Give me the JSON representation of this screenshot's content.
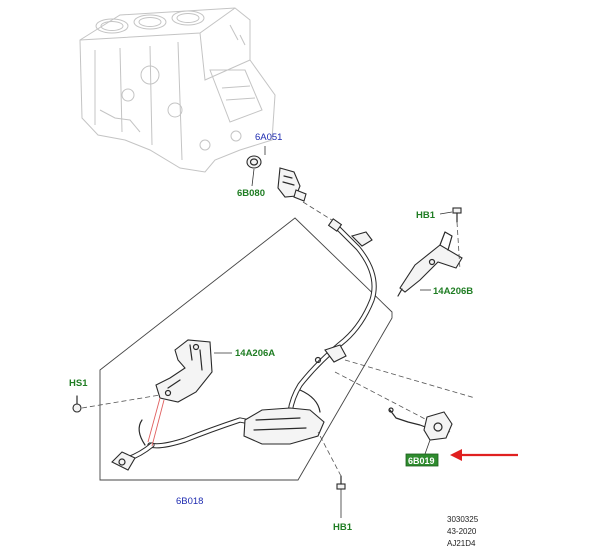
{
  "callouts": {
    "part_6A051": "6A051",
    "part_6B080": "6B080",
    "part_HB1_top": "HB1",
    "part_14A206B": "14A206B",
    "part_14A206A": "14A206A",
    "part_HS1": "HS1",
    "part_6B018": "6B018",
    "part_HB1_bottom": "HB1",
    "part_6B019_highlighted": "6B019"
  },
  "reference": {
    "line1": "3030325",
    "line2": "43-2020",
    "line3": "AJ21D4"
  },
  "colors": {
    "callout_blue": "#1e2bb0",
    "callout_green": "#1f7d23",
    "highlight_box": "#2e8b2e",
    "pointer_arrow": "#e02020"
  }
}
